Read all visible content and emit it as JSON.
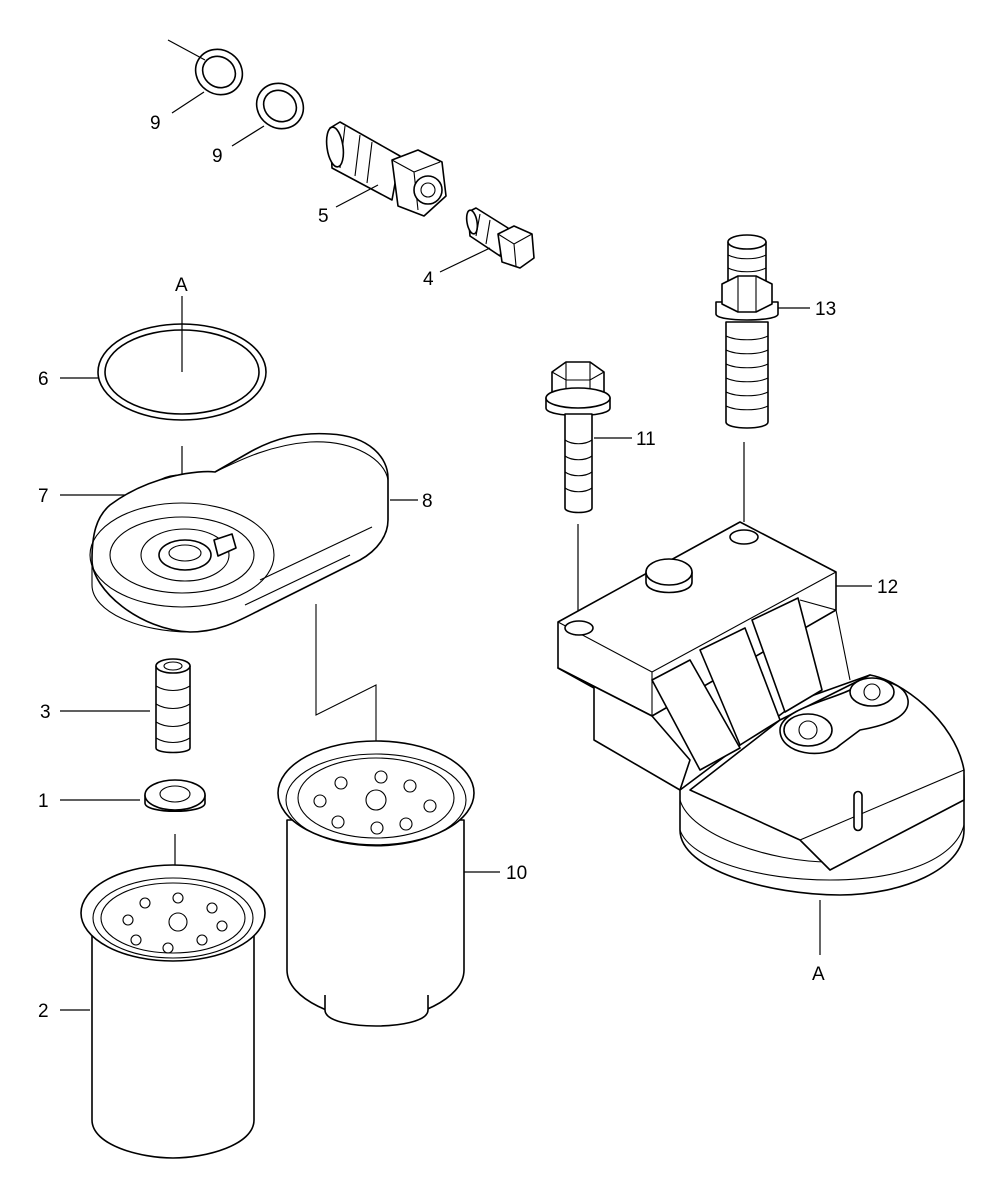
{
  "callouts": {
    "c1": "1",
    "c2": "2",
    "c3": "3",
    "c4": "4",
    "c5": "5",
    "c6": "6",
    "c7": "7",
    "c8": "8",
    "c9a": "9",
    "c9b": "9",
    "c10": "10",
    "c11": "11",
    "c12": "12",
    "c13": "13",
    "refA_top": "A",
    "refA_bottom": "A"
  }
}
